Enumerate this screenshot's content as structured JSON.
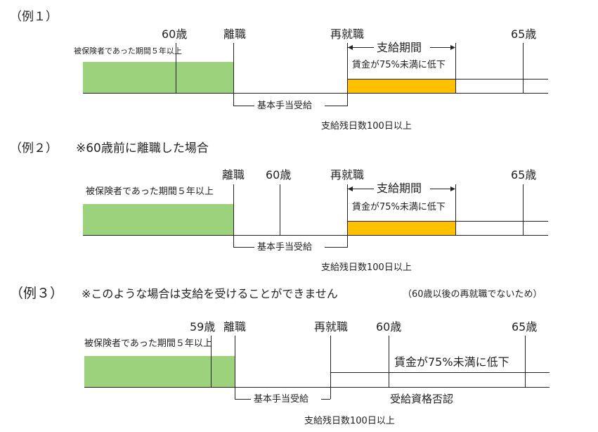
{
  "ex1": {
    "heading": "（例１）",
    "age60": "60歳",
    "resign": "離職",
    "reemploy": "再就職",
    "age65": "65歳",
    "insured": "被保険者であった期間５年以上",
    "period": "支給期間",
    "wage": "賃金が75%未満に低下",
    "benefit": "基本手当受給",
    "remaining": "支給残日数100日以上"
  },
  "ex2": {
    "heading": "（例２）",
    "note": "※60歳前に離職した場合",
    "resign": "離職",
    "age60": "60歳",
    "reemploy": "再就職",
    "age65": "65歳",
    "insured": "被保険者であった期間５年以上",
    "period": "支給期間",
    "wage": "賃金が75%未満に低下",
    "benefit": "基本手当受給",
    "remaining": "支給残日数100日以上"
  },
  "ex3": {
    "heading": "（例３）",
    "note": "※このような場合は支給を受けることができません",
    "note_paren": "（60歳以後の再就職でないため）",
    "age59": "59歳",
    "resign": "離職",
    "reemploy": "再就職",
    "age60": "60歳",
    "age65": "65歳",
    "insured": "被保険者であった期間５年以上",
    "wage": "賃金が75%未満に低下",
    "benefit": "基本手当受給",
    "ineligible": "受給資格否認",
    "remaining": "支給残日数100日以上"
  },
  "colors": {
    "insured_bar": "#9dd27d",
    "benefit_period_bar": "#ffc000"
  }
}
